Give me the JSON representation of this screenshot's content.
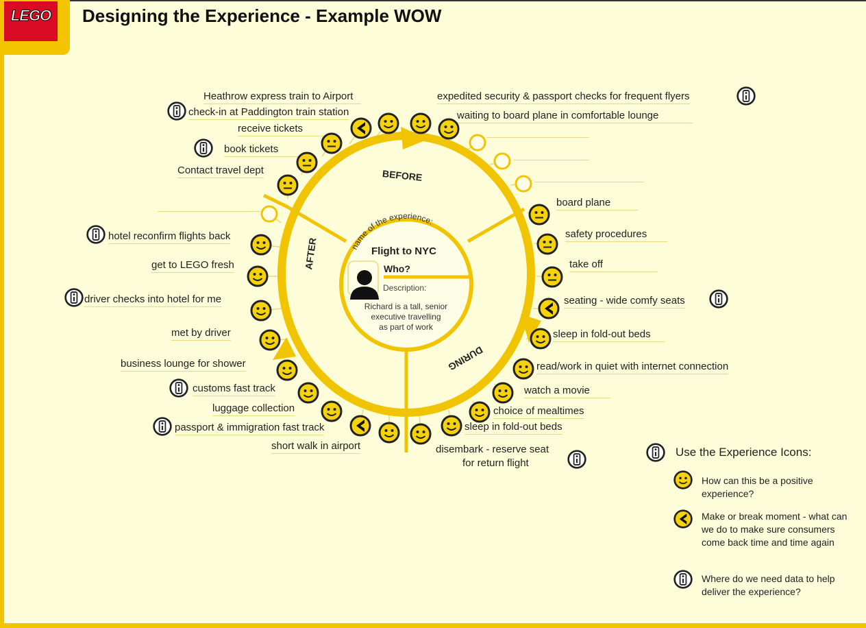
{
  "header": {
    "logo": "LEGO",
    "title": "Designing the Experience - Example WOW"
  },
  "center": {
    "name_label": "name of the experience:",
    "name": "Flight to NYC",
    "who_label": "Who?",
    "description_label": "Description:",
    "description": [
      "Richard is a tall, senior",
      "executive travelling",
      "as part of work"
    ]
  },
  "phases": {
    "before": "BEFORE",
    "during": "DURING",
    "after": "AFTER"
  },
  "before_items": [
    {
      "label": "Heathrow express train to Airport",
      "icon": "positive"
    },
    {
      "label": "check-in at Paddington train station",
      "icon": "positive",
      "data_icon": true
    },
    {
      "label": "receive tickets",
      "icon": "make-or-break"
    },
    {
      "label": "book tickets",
      "icon": "neutral",
      "data_icon": true
    },
    {
      "label": "Contact travel dept",
      "icon": "neutral"
    },
    {
      "label": "expedited security & passport checks for frequent flyers",
      "icon": "positive",
      "data_icon": true
    },
    {
      "label": "waiting to board plane in comfortable lounge",
      "icon": "positive"
    }
  ],
  "during_items": [
    {
      "label": "board plane",
      "icon": "neutral"
    },
    {
      "label": "safety procedures",
      "icon": "neutral"
    },
    {
      "label": "take off",
      "icon": "neutral"
    },
    {
      "label": "seating - wide comfy seats",
      "icon": "make-or-break",
      "data_icon": true
    },
    {
      "label": "sleep in fold-out beds",
      "icon": "positive"
    },
    {
      "label": "read/work in quiet with internet connection",
      "icon": "positive"
    },
    {
      "label": "watch a movie",
      "icon": "positive"
    },
    {
      "label": "choice of mealtimes",
      "icon": "positive"
    },
    {
      "label": "sleep in fold-out beds",
      "icon": "positive"
    },
    {
      "label": "disembark - reserve seat",
      "label2": "for return flight",
      "icon": "positive",
      "data_icon": true
    }
  ],
  "after_items": [
    {
      "label": "hotel reconfirm flights back",
      "icon": "positive",
      "data_icon": true
    },
    {
      "label": "get to LEGO fresh",
      "icon": "positive"
    },
    {
      "label": "driver checks into hotel for me",
      "icon": "positive",
      "data_icon": true
    },
    {
      "label": "met by driver",
      "icon": "positive"
    },
    {
      "label": "business lounge for shower",
      "icon": "positive"
    },
    {
      "label": "customs fast track",
      "icon": "positive",
      "data_icon": true
    },
    {
      "label": "luggage collection",
      "icon": "positive"
    },
    {
      "label": "passport & immigration fast track",
      "icon": "make-or-break",
      "data_icon": true
    },
    {
      "label": "short walk in airport",
      "icon": "positive"
    }
  ],
  "legend": {
    "title": "Use the Experience Icons:",
    "items": [
      {
        "icon": "positive",
        "text": "How can this be a positive experience?"
      },
      {
        "icon": "make-or-break",
        "text": "Make or break moment - what can we do to make sure consumers come back time and time again"
      },
      {
        "icon": "data",
        "text": "Where do we need data to help deliver the experience?"
      }
    ]
  },
  "colors": {
    "background": "#fdfdd9",
    "ring": "#f0c400",
    "icon_fill": "#f5d20a",
    "logo_red": "#d90a23"
  }
}
